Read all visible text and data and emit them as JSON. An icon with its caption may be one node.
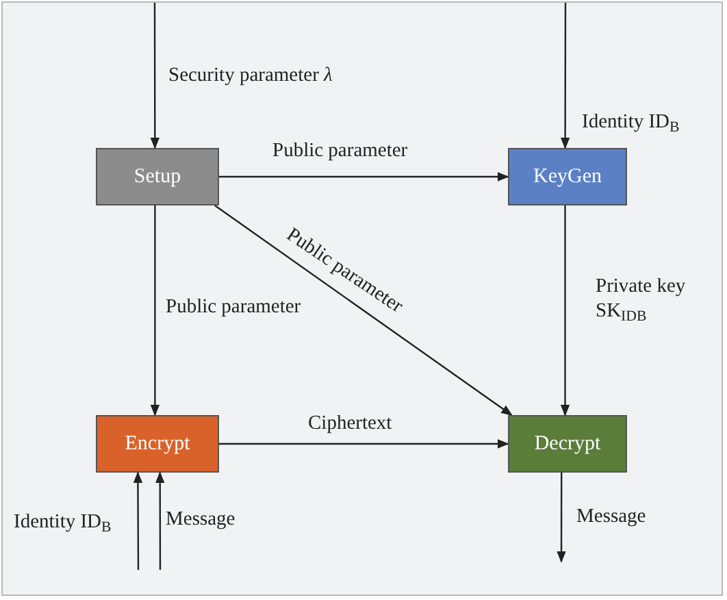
{
  "diagram": {
    "nodes": [
      {
        "text": [
          "Setup"
        ]
      },
      {
        "text": [
          "KeyGen"
        ]
      },
      {
        "text": [
          "Encrypt"
        ]
      },
      {
        "text": [
          "Decrypt"
        ]
      }
    ],
    "edges": [
      {
        "from": null,
        "to": 0,
        "arrow": "to",
        "label": "Security parameter *λ*"
      },
      {
        "from": null,
        "to": 1,
        "arrow": "to",
        "label": "Identity ID$_{B}$"
      },
      {
        "from": 0,
        "to": 1,
        "arrow": "to",
        "label": "Public parameter"
      },
      {
        "from": 0,
        "to": 3,
        "arrow": "to",
        "label": "Public parameter"
      },
      {
        "from": 0,
        "to": 2,
        "arrow": "to",
        "label": "Public parameter"
      },
      {
        "from": 1,
        "to": 3,
        "arrow": "to",
        "label": "Private key SK$_{IDB}$"
      },
      {
        "from": 2,
        "to": 3,
        "arrow": "to",
        "label": "Ciphertext"
      },
      {
        "from": null,
        "to": 2,
        "arrow": "to",
        "label": "Identity ID$_{B}$"
      },
      {
        "from": null,
        "to": 2,
        "arrow": "to",
        "label": "Message"
      },
      {
        "from": 3,
        "to": null,
        "arrow": "to",
        "label": "Message"
      }
    ]
  }
}
